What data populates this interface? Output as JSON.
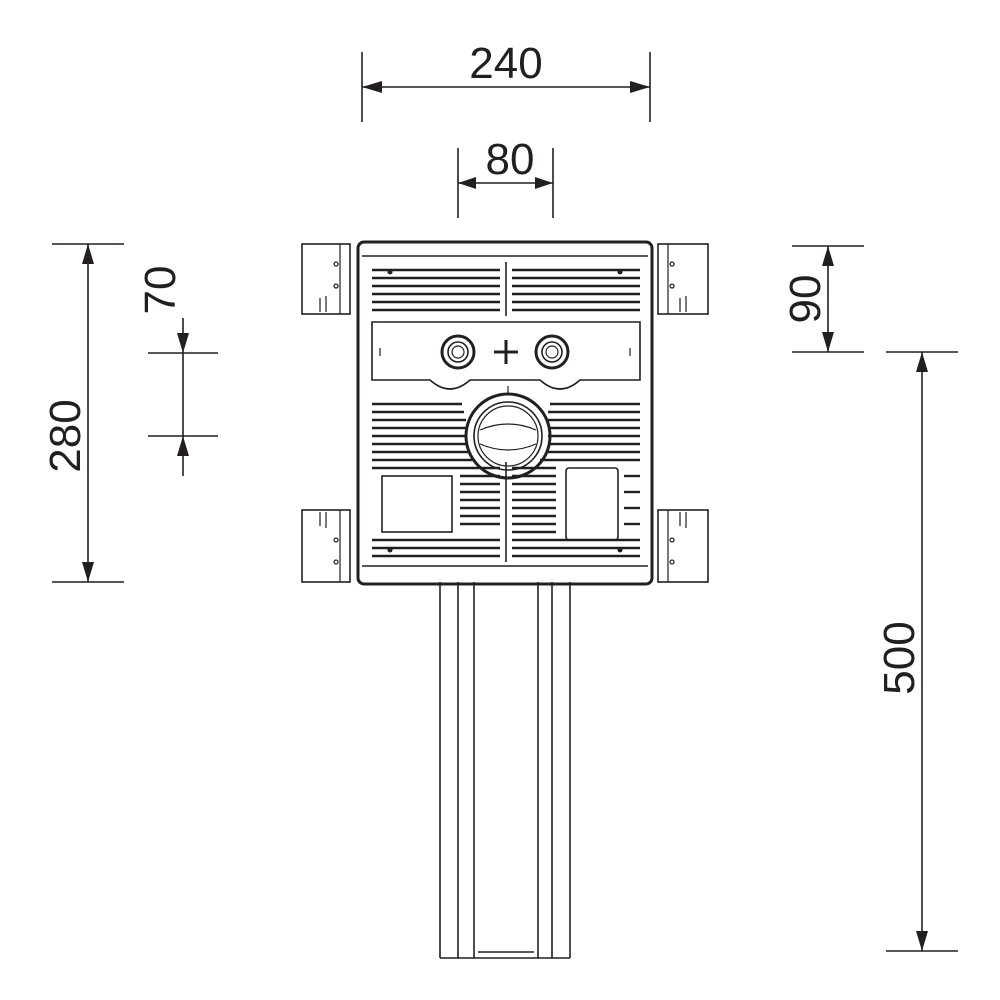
{
  "dimensions": {
    "width_total": "240",
    "width_center": "80",
    "height_total": "280",
    "height_offset": "70",
    "height_top": "90",
    "height_pipe": "500"
  }
}
